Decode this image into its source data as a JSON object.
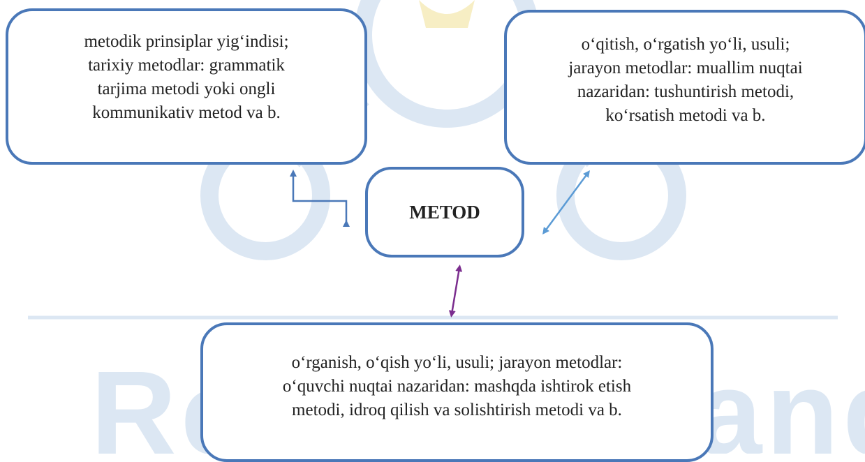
{
  "diagram": {
    "center": {
      "label": "METOD"
    },
    "left": {
      "text": "metodik prinsiplar yig‘indisi;\ntarixiy metodlar: grammatik\ntarjima metodi yoki ongli\nkommunikativ metod va b."
    },
    "right": {
      "text": "o‘qitish, o‘rgatish yo‘li, usuli;\njarayon metodlar: muallim nuqtai\nnazaridan: tushuntirish metodi,\nko‘rsatish metodi va b."
    },
    "bottom": {
      "text": "o‘rganish, o‘qish yo‘li, usuli; jarayon metodlar:\no‘quvchi nuqtai nazaridan: mashqda ishtirok etish\nmetodi, idroq qilish va solishtirish metodi va b."
    },
    "watermark": {
      "text": "Research and"
    }
  },
  "colors": {
    "box_border": "#4a78b8",
    "arrow_left": "#4a78b8",
    "arrow_right": "#5b9bd5",
    "arrow_bottom": "#7b2d8e",
    "watermark": "#dce7f3"
  }
}
